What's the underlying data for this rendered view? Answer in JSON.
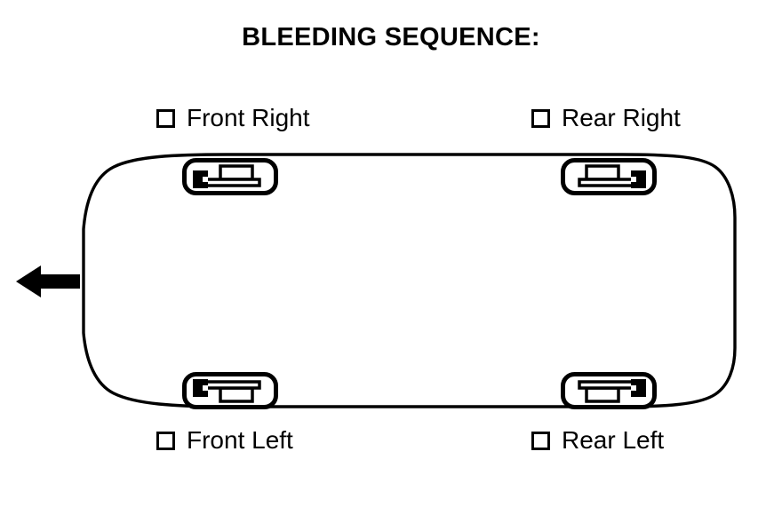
{
  "diagram": {
    "title": "BLEEDING SEQUENCE:",
    "subject": "vehicle-brake-bleeding-sequence",
    "view": "top-down vehicle plan view",
    "stroke_color": "#000000",
    "fill_color": "#ffffff",
    "direction_arrow": {
      "icon": "left-arrow-icon",
      "points": "left",
      "meaning": "vehicle forward direction"
    },
    "checkpoints": [
      {
        "id": "front-right",
        "label": "Front Right",
        "checked": false,
        "corner": "top-left"
      },
      {
        "id": "rear-right",
        "label": "Rear Right",
        "checked": false,
        "corner": "top-right"
      },
      {
        "id": "front-left",
        "label": "Front Left",
        "checked": false,
        "corner": "bottom-left"
      },
      {
        "id": "rear-left",
        "label": "Rear Left",
        "checked": false,
        "corner": "bottom-right"
      }
    ],
    "wheels": [
      {
        "id": "wheel-front-right",
        "position": "top-left",
        "bleeder_side": "left",
        "hub_side": "top"
      },
      {
        "id": "wheel-rear-right",
        "position": "top-right",
        "bleeder_side": "right",
        "hub_side": "top"
      },
      {
        "id": "wheel-front-left",
        "position": "bottom-left",
        "bleeder_side": "left",
        "hub_side": "bottom"
      },
      {
        "id": "wheel-rear-left",
        "position": "bottom-right",
        "bleeder_side": "right",
        "hub_side": "bottom"
      }
    ]
  }
}
